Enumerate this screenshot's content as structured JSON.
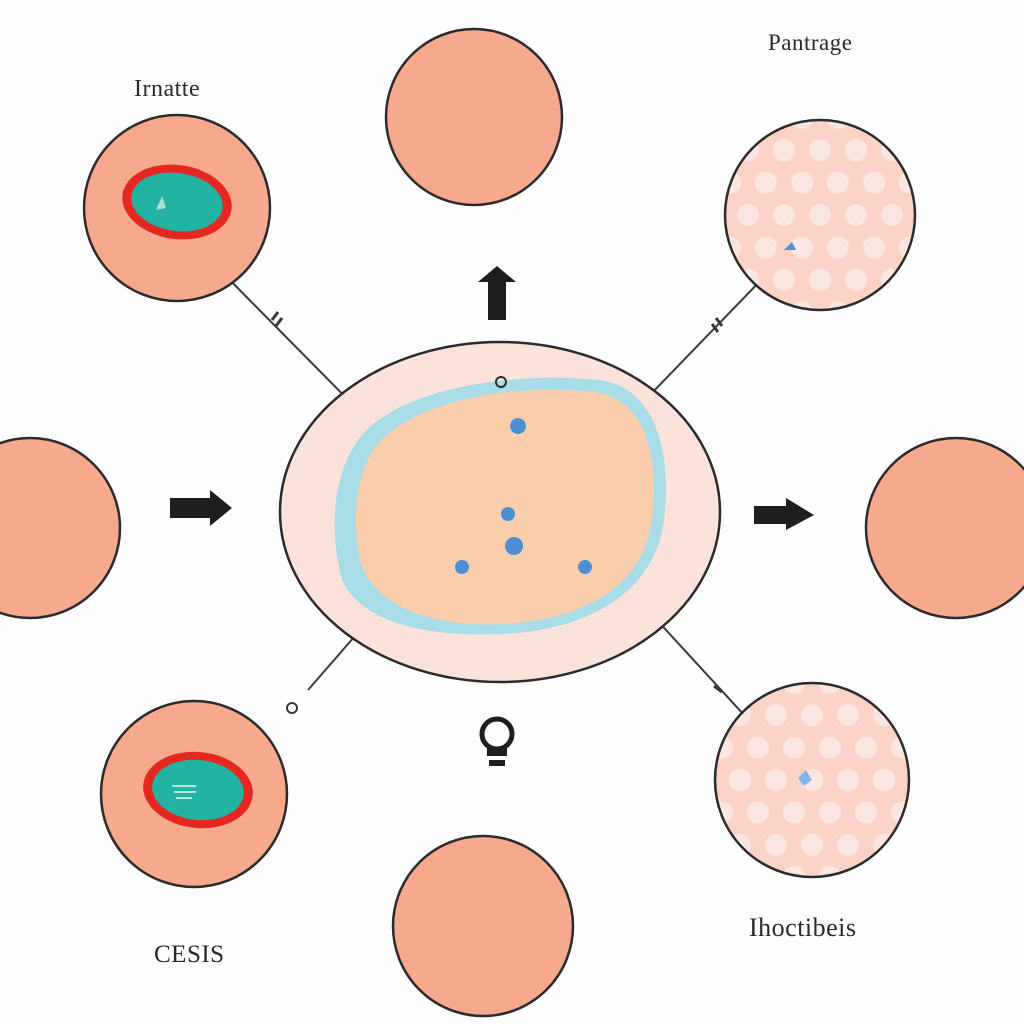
{
  "labels": {
    "top_left": "Irnatte",
    "top_right": "Pantrage",
    "bottom_left": "CESIS",
    "bottom_right": "Ihoctibeis"
  },
  "colors": {
    "background": "#fdfdfd",
    "cell_fill": "#f6a98c",
    "cell_outline": "#2b2b2b",
    "central_outer_fill": "#fbe3dc",
    "central_inner_fill": "#fbcfae",
    "central_membrane": "#a8dce6",
    "organelle_fill": "#22b3a3",
    "organelle_ring": "#e5281f",
    "granule_dot": "#fbe6e2",
    "nucleus_dots": "#4d8fd6",
    "arrow": "#1e1e1e"
  },
  "icons": {
    "arrow_up": "arrow-up-icon",
    "arrow_right": "arrow-right-icon",
    "lightbulb": "lightbulb-icon"
  }
}
